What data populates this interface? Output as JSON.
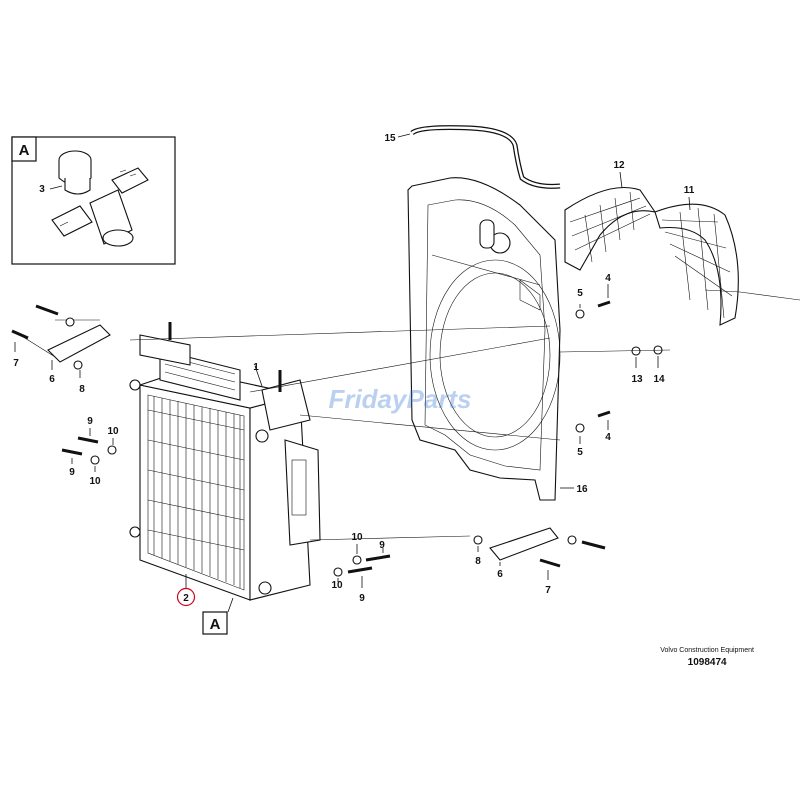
{
  "detail": {
    "label": "A",
    "part": "3"
  },
  "view_marker": "A",
  "callouts": {
    "c1": "1",
    "c2": "2",
    "c4a": "4",
    "c4b": "4",
    "c5a": "5",
    "c5b": "5",
    "c6a": "6",
    "c6b": "6",
    "c7a": "7",
    "c7b": "7",
    "c8a": "8",
    "c8b": "8",
    "c9a": "9",
    "c9b": "9",
    "c9c": "9",
    "c9d": "9",
    "c10a": "10",
    "c10b": "10",
    "c10c": "10",
    "c10d": "10",
    "c11": "11",
    "c12": "12",
    "c13": "13",
    "c14": "14",
    "c15": "15",
    "c16": "16"
  },
  "watermark": {
    "text": "FridayParts",
    "color": "#3a7bd5"
  },
  "footer": {
    "maker": "Volvo Construction Equipment",
    "drawing_number": "1098474"
  },
  "colors": {
    "highlight": "#d0021b",
    "ink": "#111111"
  }
}
